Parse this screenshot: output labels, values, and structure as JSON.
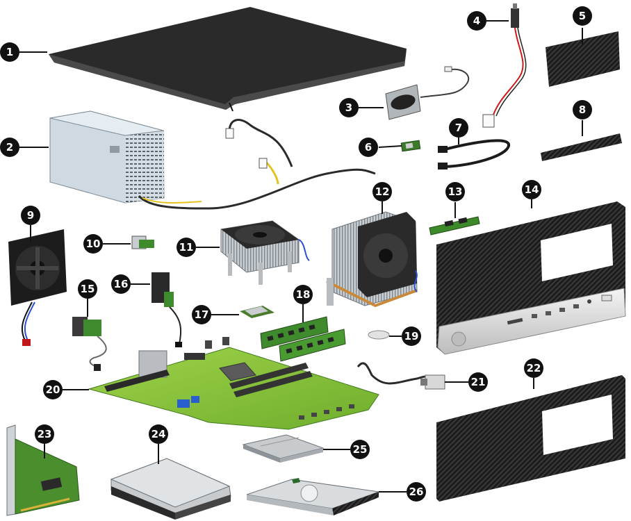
{
  "diagram": {
    "parts": [
      {
        "number": "1",
        "name": "access-panel"
      },
      {
        "number": "2",
        "name": "power-supply"
      },
      {
        "number": "3",
        "name": "speaker"
      },
      {
        "number": "4",
        "name": "hood-sensor"
      },
      {
        "number": "5",
        "name": "dust-filter"
      },
      {
        "number": "6",
        "name": "wlan-module"
      },
      {
        "number": "7",
        "name": "sata-cable"
      },
      {
        "number": "8",
        "name": "bezel-trim"
      },
      {
        "number": "9",
        "name": "chassis-fan"
      },
      {
        "number": "10",
        "name": "small-board"
      },
      {
        "number": "11",
        "name": "heatsink-fan"
      },
      {
        "number": "12",
        "name": "tower-cooler"
      },
      {
        "number": "13",
        "name": "m2-ssd"
      },
      {
        "number": "14",
        "name": "front-bezel"
      },
      {
        "number": "15",
        "name": "card-reader"
      },
      {
        "number": "16",
        "name": "power-switch"
      },
      {
        "number": "17",
        "name": "processor"
      },
      {
        "number": "18",
        "name": "memory-modules"
      },
      {
        "number": "19",
        "name": "rtc-battery"
      },
      {
        "number": "20",
        "name": "system-board"
      },
      {
        "number": "21",
        "name": "io-module"
      },
      {
        "number": "22",
        "name": "dust-filter-panel"
      },
      {
        "number": "23",
        "name": "expansion-card"
      },
      {
        "number": "24",
        "name": "hard-drive-3-5"
      },
      {
        "number": "25",
        "name": "hard-drive-2-5"
      },
      {
        "number": "26",
        "name": "optical-drive"
      }
    ]
  }
}
